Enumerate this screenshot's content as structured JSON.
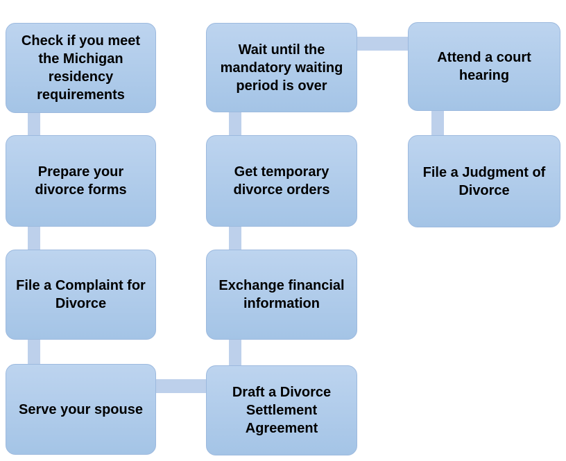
{
  "diagram": {
    "type": "flowchart",
    "topic": "Steps of the divorce process in Michigan",
    "colors": {
      "background": "#ffffff",
      "node_fill_top": "#bdd4ef",
      "node_fill_bottom": "#a4c4e6",
      "node_border": "#9cb9de",
      "connector": "#bdd0eb",
      "text": "#000000"
    },
    "nodes": [
      {
        "label": "Check if you meet the Michigan residency requirements"
      },
      {
        "label": "Prepare your divorce forms"
      },
      {
        "label": "File a Complaint for Divorce"
      },
      {
        "label": "Serve your spouse"
      },
      {
        "label": "Wait until the mandatory waiting period is over"
      },
      {
        "label": "Get temporary divorce orders"
      },
      {
        "label": "Exchange financial information"
      },
      {
        "label": "Draft a Divorce Settlement Agreement"
      },
      {
        "label": "Attend a court hearing"
      },
      {
        "label": "File a Judgment of Divorce"
      }
    ],
    "connections": [
      [
        0,
        1
      ],
      [
        1,
        2
      ],
      [
        2,
        3
      ],
      [
        3,
        7
      ],
      [
        7,
        6
      ],
      [
        6,
        5
      ],
      [
        5,
        4
      ],
      [
        4,
        8
      ],
      [
        8,
        9
      ]
    ]
  }
}
